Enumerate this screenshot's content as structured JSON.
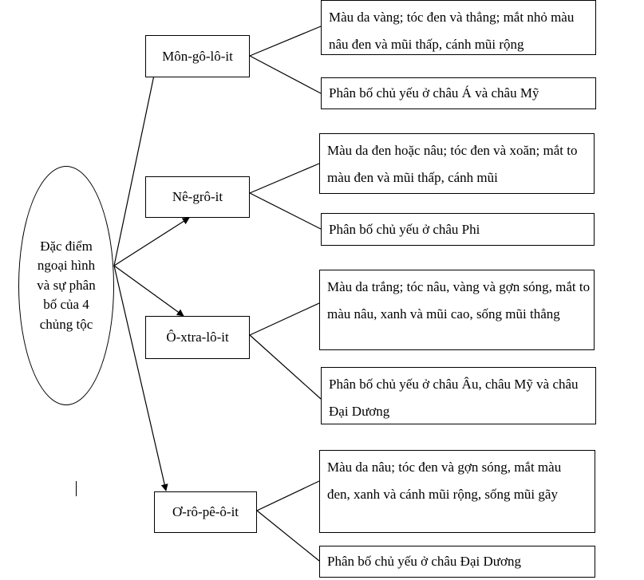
{
  "root": {
    "label": "Đặc điểm ngoại hình và sự phân bố của 4 chủng tộc"
  },
  "races": [
    {
      "name": "Môn-gô-lô-it",
      "appearance": "Màu da vàng; tóc đen và thẳng; mắt nhỏ màu nâu đen và mũi thấp, cánh mũi rộng",
      "distribution": "Phân bố chủ yếu ở châu Á và châu Mỹ"
    },
    {
      "name": "Nê-grô-it",
      "appearance": "Màu da đen hoặc nâu; tóc đen và xoăn; mắt to màu đen và mũi thấp, cánh mũi",
      "distribution": "Phân bố chủ yếu ở châu Phi"
    },
    {
      "name": "Ô-xtra-lô-it",
      "appearance": "Màu da trắng; tóc nâu, vàng và gợn sóng, mắt to màu nâu, xanh và mũi cao, sống mũi thẳng",
      "distribution": "Phân bố chủ yếu ở châu Âu, châu Mỹ và châu Đại Dương"
    },
    {
      "name": "Ơ-rô-pê-ô-it",
      "appearance": "Màu da nâu; tóc đen và gợn sóng, mắt màu đen, xanh và cánh mũi rộng, sống mũi gãy",
      "distribution": "Phân bố chủ yếu ở châu Đại Dương"
    }
  ]
}
